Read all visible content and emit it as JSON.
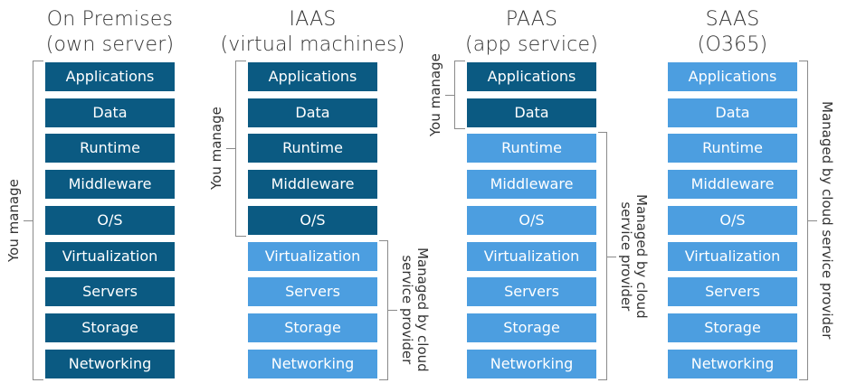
{
  "layers": [
    "Applications",
    "Data",
    "Runtime",
    "Middleware",
    "O/S",
    "Virtualization",
    "Servers",
    "Storage",
    "Networking"
  ],
  "columns": [
    {
      "title_line1": "On Premises",
      "title_line2": "(own server)",
      "you_manage_count": 9,
      "you_manage_label": "You manage",
      "provider_label_lines": []
    },
    {
      "title_line1": "IAAS",
      "title_line2": "(virtual machines)",
      "you_manage_count": 5,
      "you_manage_label": "You manage",
      "provider_label_lines": [
        "Managed by cloud",
        "service provider"
      ]
    },
    {
      "title_line1": "PAAS",
      "title_line2": "(app service)",
      "you_manage_count": 2,
      "you_manage_label": "You manage",
      "provider_label_lines": [
        "Managed by cloud",
        "service provider"
      ]
    },
    {
      "title_line1": "SAAS",
      "title_line2": "(O365)",
      "you_manage_count": 0,
      "you_manage_label": "",
      "provider_label_lines": [
        "Managed by cloud service provider"
      ]
    }
  ],
  "colors": {
    "you_manage": "#0b5a82",
    "provider_managed": "#4c9ee0",
    "bracket": "#8a8a8a"
  }
}
